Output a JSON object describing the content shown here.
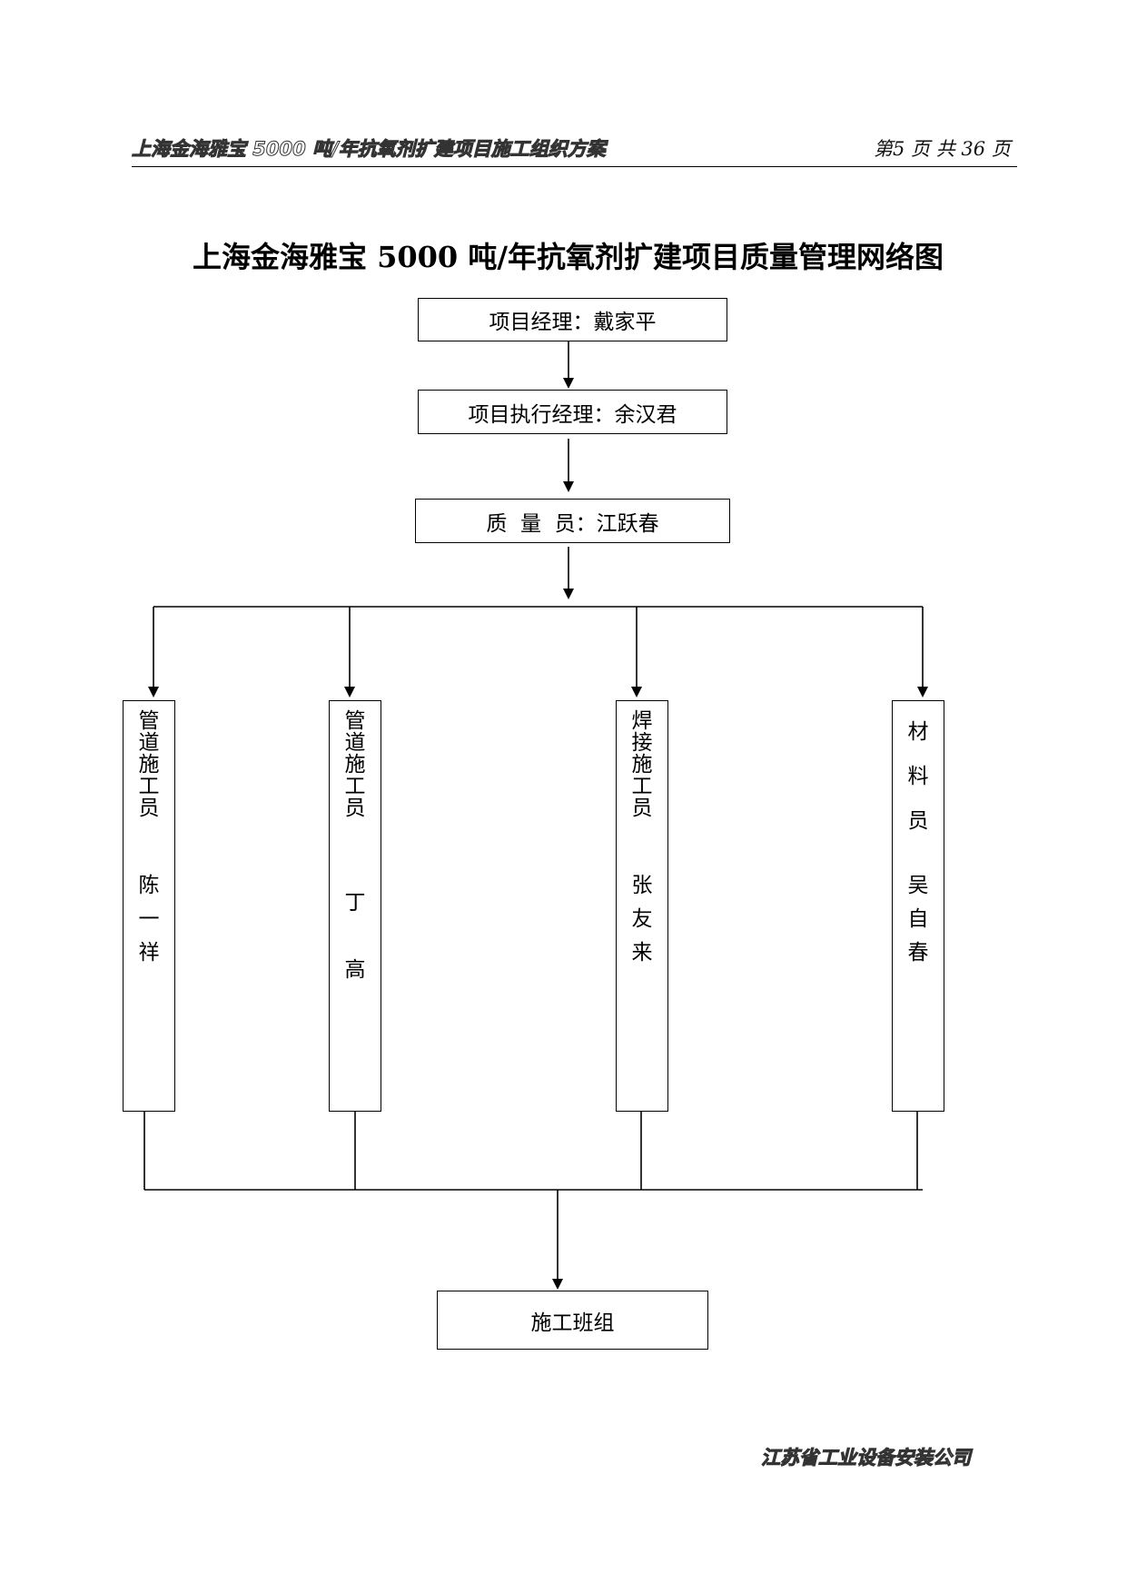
{
  "header": {
    "left_text": "上海金海雅宝 5000 吨/年抗氧剂扩建项目施工组织方案",
    "right_text": "第5 页 共 36 页"
  },
  "title": "上海金海雅宝 5000 吨/年抗氧剂扩建项目质量管理网络图",
  "top_chain": [
    "项目经理：戴家平",
    "项目执行经理：余汉君",
    "质  量  员：江跃春"
  ],
  "staff": [
    {
      "role": "管道施工员",
      "name": "陈一祥"
    },
    {
      "role": "管道施工员",
      "name": "丁高"
    },
    {
      "role": "焊接施工员",
      "name": "张友来"
    },
    {
      "role": "材料员",
      "name": "吴自春"
    }
  ],
  "bottom_box": "施工班组",
  "footer": "江苏省工业设备安装公司"
}
